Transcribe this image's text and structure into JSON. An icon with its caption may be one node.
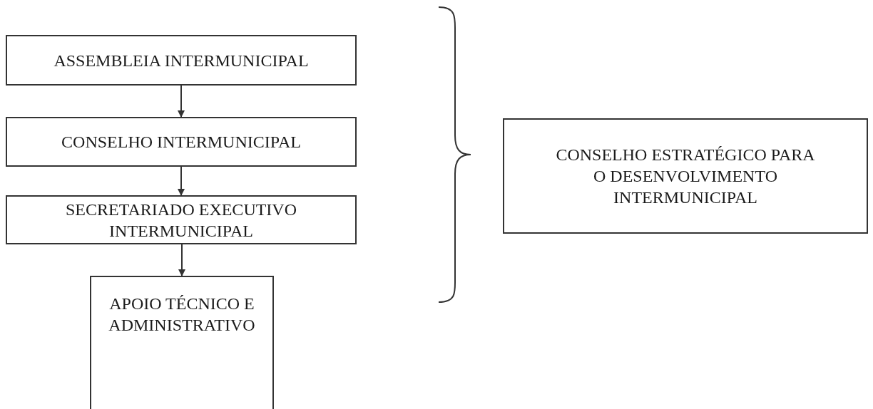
{
  "diagram": {
    "nodes": [
      {
        "text": [
          "ASSEMBLEIA INTERMUNICIPAL"
        ]
      },
      {
        "text": [
          "CONSELHO INTERMUNICIPAL"
        ]
      },
      {
        "text": [
          "SECRETARIADO EXECUTIVO INTERMUNICIPAL"
        ]
      },
      {
        "text": [
          "APOIO TÉCNICO E ADMINISTRATIVO"
        ]
      },
      {
        "text": [
          "CONSELHO ESTRATÉGICO PARA O DESENVOLVIMENTO INTERMUNICIPAL"
        ]
      }
    ],
    "edges": [
      {
        "from": 0,
        "to": 1,
        "arrow": "to"
      },
      {
        "from": 1,
        "to": 2,
        "arrow": "to"
      },
      {
        "from": 2,
        "to": 3,
        "arrow": "to"
      }
    ]
  }
}
